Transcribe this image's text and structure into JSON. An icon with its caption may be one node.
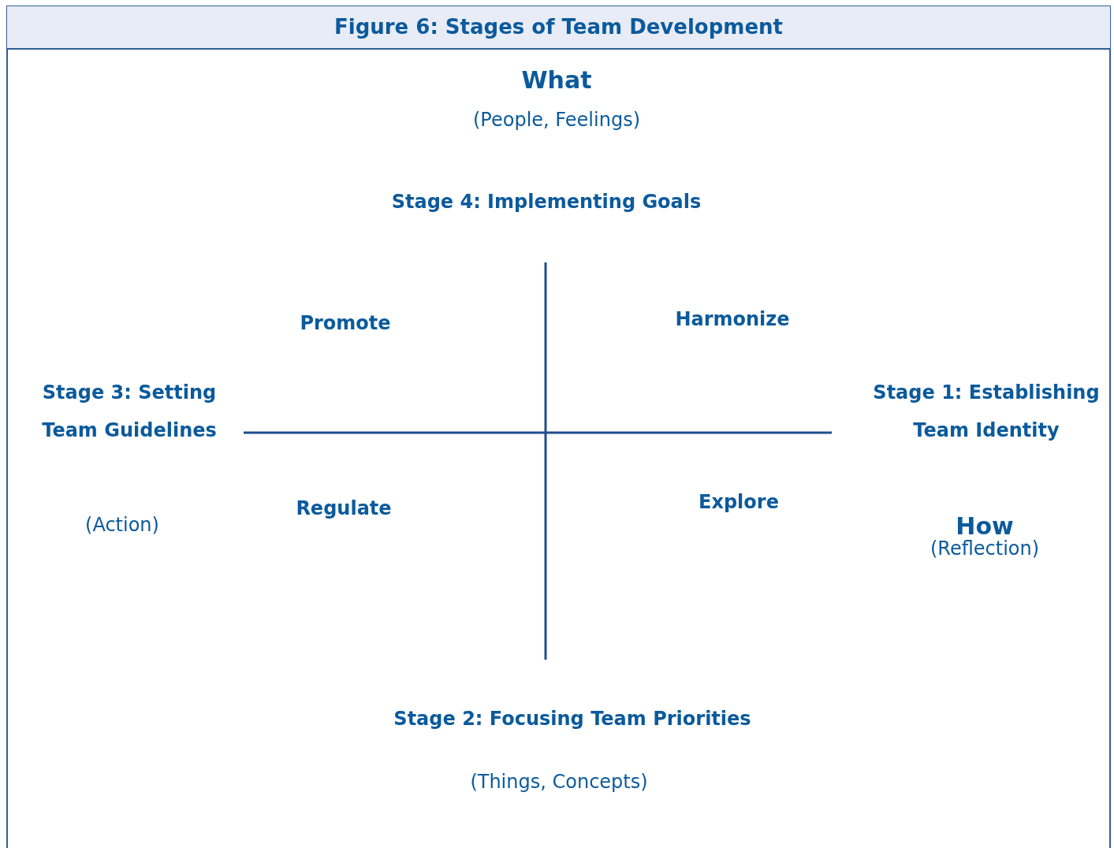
{
  "diagram": {
    "title": "Figure 6: Stages of Team Development",
    "labels": [
      "What",
      "(People, Feelings)",
      "Stage 4: Implementing Goals",
      "Promote",
      "Harmonize",
      "Stage 3: Setting Team Guidelines",
      "Stage 1: Establishing Team Identity",
      "(Action)",
      "Regulate",
      "Explore",
      "How",
      "(Reflection)",
      "Stage 2: Focusing Team Priorities",
      "(Things, Concepts)"
    ]
  }
}
